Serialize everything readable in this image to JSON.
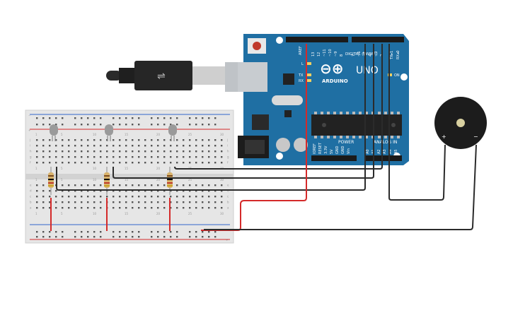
{
  "board": {
    "brand": "ARDUINO",
    "model": "UNO",
    "on_label": "ON",
    "digital_label": "DIGITAL (PWM~)",
    "power_label": "POWER",
    "analog_label": "ANALOG IN",
    "tx_label": "TX",
    "rx_label": "RX",
    "l_label": "L",
    "aref_label": "AREF",
    "txrx_pins": [
      "TX▸1",
      "RX◂0"
    ],
    "digital_pins": [
      "13",
      "12",
      "~11",
      "~10",
      "~9",
      "8",
      "7",
      "~6",
      "~5",
      "4",
      "~3",
      "2"
    ],
    "power_pins": [
      "IOREF",
      "RESET",
      "3.3V",
      "5V",
      "GND",
      "GND",
      "Vin"
    ],
    "analog_pins": [
      "A0",
      "A1",
      "A2",
      "A3",
      "A4",
      "A5"
    ]
  },
  "breadboard": {
    "row_labels": [
      "j",
      "i",
      "h",
      "g",
      "f",
      "e",
      "d",
      "c",
      "b",
      "a"
    ],
    "column_numbers": [
      "1",
      "5",
      "10",
      "15",
      "20",
      "25",
      "30"
    ],
    "rail_plus": "+",
    "rail_minus": "−"
  },
  "buzzer": {
    "plus": "+",
    "minus": "−"
  },
  "colors": {
    "board": "#1f6fa3",
    "wire_black": "#2b2b2b",
    "wire_red": "#d42a2a",
    "breadboard": "#e4e4e4"
  }
}
